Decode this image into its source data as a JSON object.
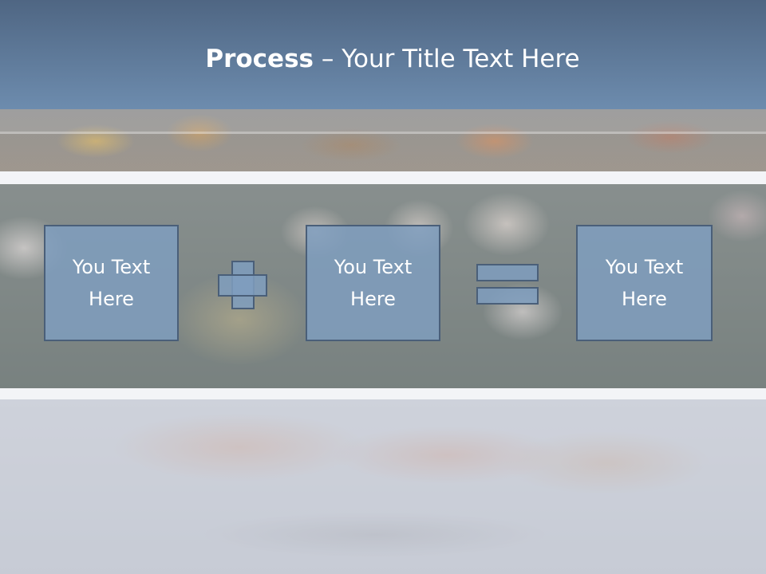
{
  "slide": {
    "title": {
      "bold": "Process",
      "dash": " – ",
      "rest": "Your Title Text Here"
    },
    "boxes": [
      {
        "line1": "You Text",
        "line2": "Here"
      },
      {
        "line1": "You Text",
        "line2": "Here"
      },
      {
        "line1": "You Text",
        "line2": "Here"
      }
    ],
    "operators": [
      "plus-icon",
      "equals-icon"
    ]
  },
  "colors": {
    "title_bar_top": "#4f6683",
    "title_bar_bottom": "#6d8cae",
    "box_fill": "#7f9dbe",
    "box_border": "#4a5f79",
    "text": "#ffffff"
  }
}
